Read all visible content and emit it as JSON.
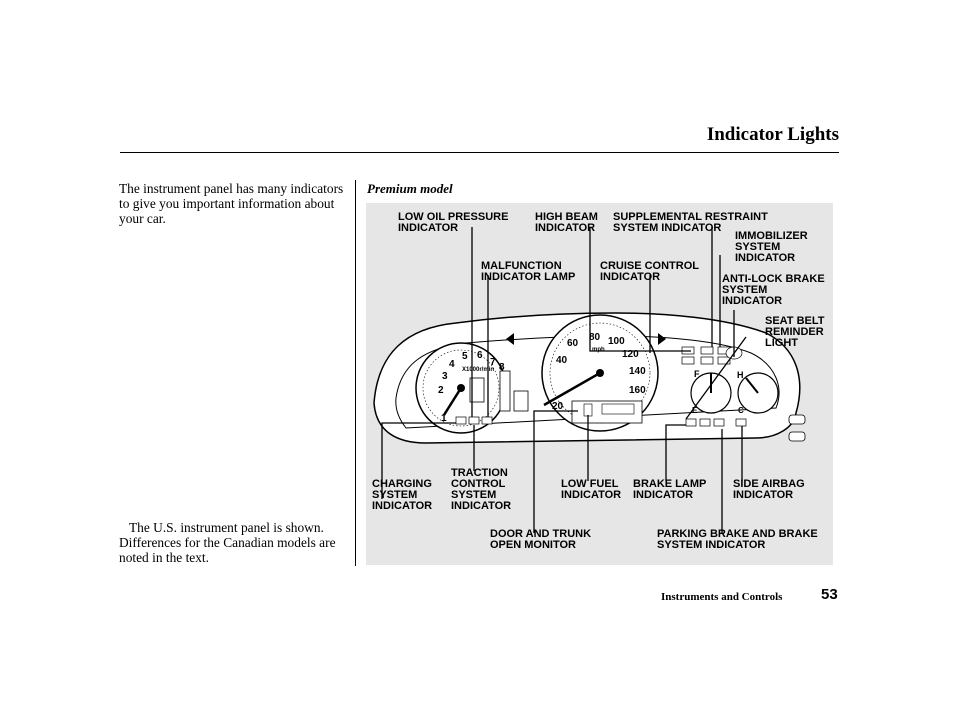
{
  "header": {
    "title": "Indicator Lights"
  },
  "body": {
    "intro": "The instrument panel has many indicators to give you important information about your car.",
    "note": "The U.S. instrument panel is shown. Differences for the Canadian models are noted in the text."
  },
  "figure": {
    "subtitle": "Premium model",
    "callouts": {
      "low_oil": "LOW OIL PRESSURE\nINDICATOR",
      "high_beam": "HIGH BEAM\nINDICATOR",
      "srs": "SUPPLEMENTAL RESTRAINT\nSYSTEM INDICATOR",
      "immobilizer": "IMMOBILIZER\nSYSTEM\nINDICATOR",
      "malfunction": "MALFUNCTION\nINDICATOR LAMP",
      "cruise": "CRUISE CONTROL\nINDICATOR",
      "abs": "ANTI-LOCK BRAKE\nSYSTEM\nINDICATOR",
      "seat_belt": "SEAT BELT\nREMINDER\nLIGHT",
      "charging": "CHARGING\nSYSTEM\nINDICATOR",
      "traction": "TRACTION\nCONTROL\nSYSTEM\nINDICATOR",
      "low_fuel": "LOW FUEL\nINDICATOR",
      "brake_lamp": "BRAKE LAMP\nINDICATOR",
      "side_airbag": "SIDE AIRBAG\nINDICATOR",
      "door_trunk": "DOOR AND TRUNK\nOPEN MONITOR",
      "parking_brake": "PARKING BRAKE AND BRAKE\nSYSTEM INDICATOR"
    },
    "tach_numbers": [
      "1",
      "2",
      "3",
      "4",
      "5",
      "6",
      "7",
      "8"
    ],
    "tach_unit": "X1000r/min",
    "speed_numbers": [
      "20",
      "40",
      "60",
      "80",
      "100",
      "120",
      "140",
      "160"
    ],
    "speed_unit": "mph",
    "gauge_letters": {
      "fuel_full": "F",
      "fuel_empty": "E",
      "temp_hot": "H",
      "temp_cold": "C"
    }
  },
  "footer": {
    "section": "Instruments and Controls",
    "page": "53"
  }
}
